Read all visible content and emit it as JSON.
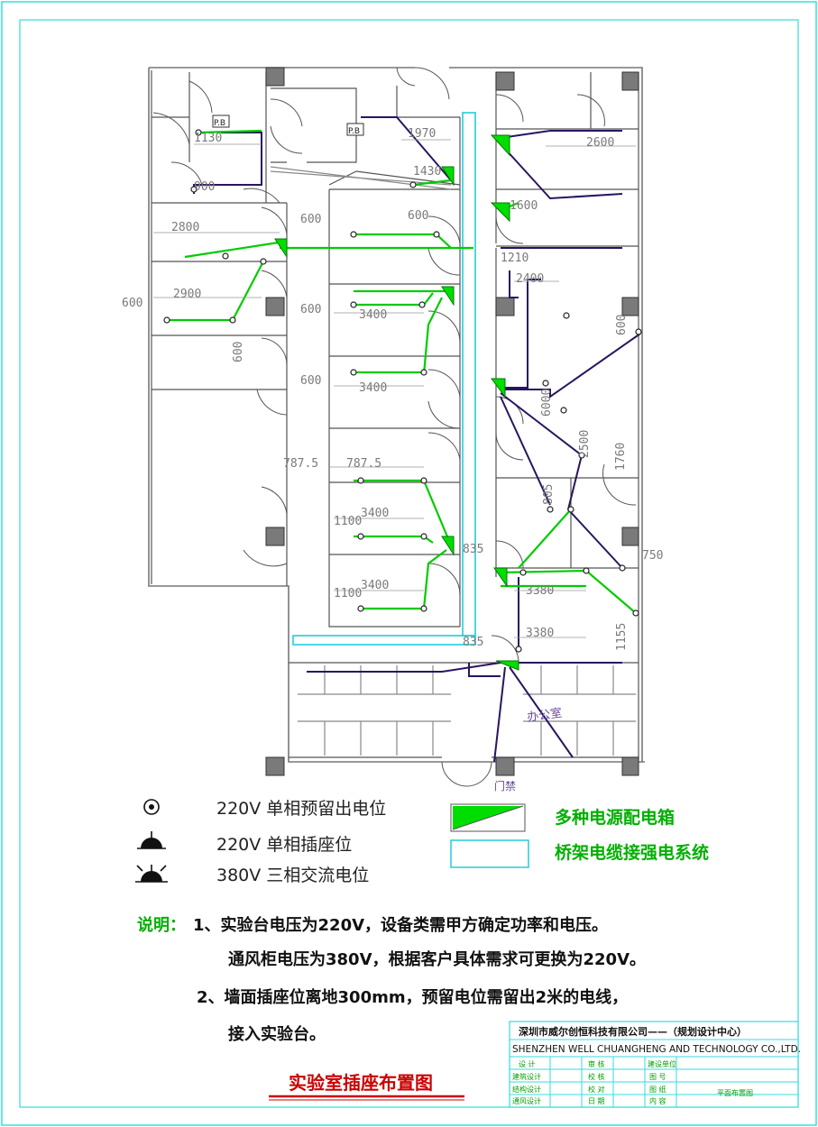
{
  "dimensions": {
    "left": [
      "1130",
      "900",
      "2800",
      "2900",
      "600",
      "600"
    ],
    "center": [
      "1970",
      "1430",
      "600",
      "600",
      "600",
      "3400",
      "600",
      "3400",
      "787.5",
      "787.5",
      "3400",
      "1100",
      "3400",
      "1100",
      "835",
      "835"
    ],
    "right": [
      "2600",
      "1600",
      "1210",
      "2400",
      "600",
      "6000",
      "2500",
      "1760",
      "805",
      "750",
      "3380",
      "3380",
      "1155"
    ]
  },
  "labels": {
    "pb1": "P.B",
    "pb2": "P.B",
    "office": "办公室",
    "door_access": "门禁"
  },
  "legend": {
    "item1": "220V 单相预留出电位",
    "item2": "220V 单相插座位",
    "item3": "380V 三相交流电位",
    "item4": "多种电源配电箱",
    "item5": "桥架电缆接强电系统"
  },
  "notes": {
    "heading": "说明：",
    "line1": "1、实验台电压为220V，设备类需甲方确定功率和电压。",
    "line2": "通风柜电压为380V，根据客户具体需求可更换为220V。",
    "line3": "2、墙面插座位离地300mm，预留电位需留出2米的电线，",
    "line4": "接入实验台。"
  },
  "drawing_title": "实验室插座布置图",
  "title_block": {
    "company_cn": "深圳市威尔创恒科技有限公司——（规划设计中心）",
    "company_en": "SHENZHEN WELL CHUANGHENG AND TECHNOLOGY CO.,LTD.",
    "cells": [
      "设 计",
      "审 核",
      "建设单位",
      "建筑设计",
      "校 核",
      "图 号",
      "结构设计",
      "校 对",
      "图 纸",
      "通风设计",
      "日 期",
      "内 容",
      "平面布置图"
    ]
  },
  "colors": {
    "green": "#00cc00",
    "tray": "#22ccdd",
    "navy": "#2a1460",
    "border": "#33dddd",
    "title_red": "#cc0000"
  }
}
